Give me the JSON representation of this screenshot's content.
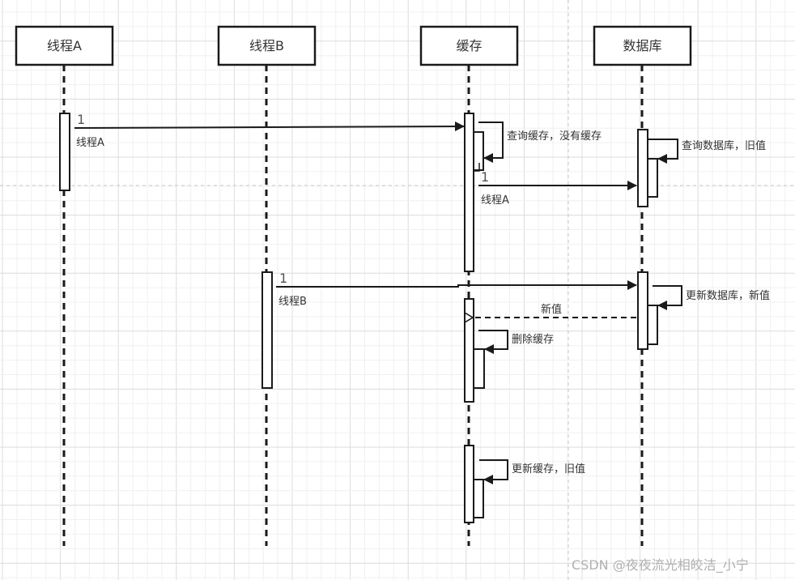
{
  "diagram": {
    "type": "sequence",
    "participants": [
      {
        "id": "threadA",
        "label": "线程A"
      },
      {
        "id": "threadB",
        "label": "线程B"
      },
      {
        "id": "cache",
        "label": "缓存"
      },
      {
        "id": "db",
        "label": "数据库"
      }
    ],
    "messages": [
      {
        "id": "m1",
        "from": "threadA",
        "to": "cache",
        "number": "1",
        "label": "线程A",
        "style": "solid"
      },
      {
        "id": "m2",
        "from": "cache",
        "to": "cache",
        "label": "查询缓存，没有缓存",
        "style": "self"
      },
      {
        "id": "m3",
        "from": "cache",
        "to": "db",
        "number": "1",
        "label": "线程A",
        "style": "solid"
      },
      {
        "id": "m4",
        "from": "db",
        "to": "db",
        "label": "查询数据库，旧值",
        "style": "self"
      },
      {
        "id": "m5",
        "from": "threadB",
        "to": "db",
        "number": "1",
        "label": "线程B",
        "style": "solid"
      },
      {
        "id": "m6",
        "from": "db",
        "to": "db",
        "label": "更新数据库，新值",
        "style": "self"
      },
      {
        "id": "m7",
        "from": "db",
        "to": "cache",
        "label": "新值",
        "style": "dashed-return"
      },
      {
        "id": "m8",
        "from": "cache",
        "to": "cache",
        "label": "删除缓存",
        "style": "self"
      },
      {
        "id": "m9",
        "from": "cache",
        "to": "cache",
        "label": "更新缓存，旧值",
        "style": "self"
      }
    ]
  },
  "watermark": "CSDN @夜夜流光相皎洁_小宁",
  "colors": {
    "line": "#1a1a1a",
    "text": "#333333",
    "grid_major": "#dcdcdc",
    "grid_minor": "#f0f0f0",
    "separator": "#c8c8c8",
    "watermark": "#b0b0b0"
  }
}
